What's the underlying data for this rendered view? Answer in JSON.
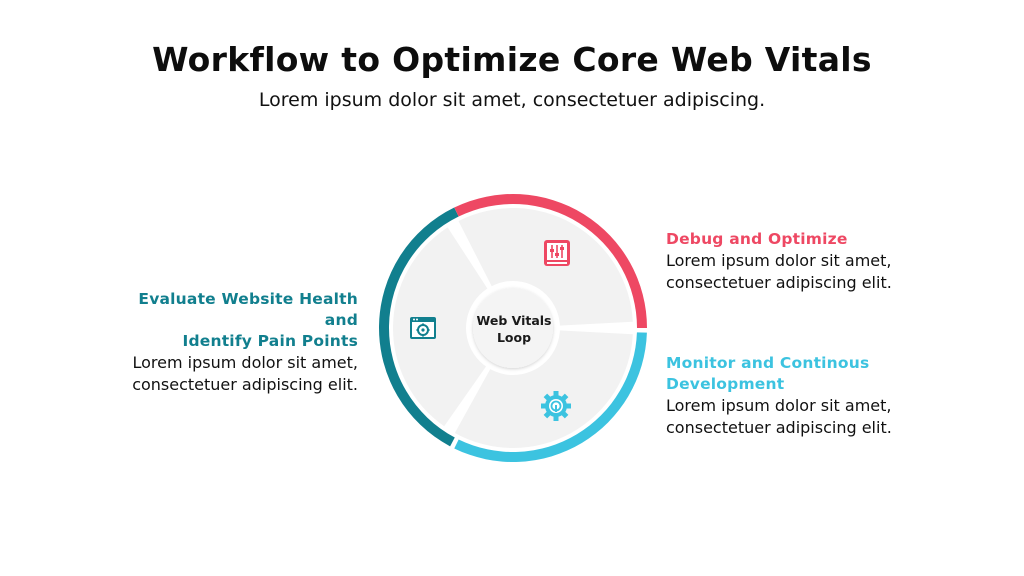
{
  "header": {
    "title": "Workflow to Optimize Core Web Vitals",
    "subtitle": "Lorem ipsum dolor sit amet, consectetuer adipiscing."
  },
  "center": {
    "line1": "Web Vitals",
    "line2": "Loop"
  },
  "segments": [
    {
      "id": "evaluate",
      "heading_line1": "Evaluate Website Health and",
      "heading_line2": "Identify Pain Points",
      "body_line1": "Lorem ipsum dolor sit amet,",
      "body_line2": "consectetuer adipiscing elit.",
      "color": "#117f8e",
      "icon": "browser-settings-icon"
    },
    {
      "id": "debug",
      "heading_line1": "Debug and Optimize",
      "body_line1": "Lorem ipsum dolor sit amet,",
      "body_line2": "consectetuer adipiscing elit.",
      "color": "#ee4863",
      "icon": "sliders-icon"
    },
    {
      "id": "monitor",
      "heading_line1": "Monitor and Continous",
      "heading_line2": "Development",
      "body_line1": "Lorem ipsum dolor sit amet,",
      "body_line2": "consectetuer adipiscing elit.",
      "color": "#3cc3e0",
      "icon": "gear-wrench-icon"
    }
  ]
}
